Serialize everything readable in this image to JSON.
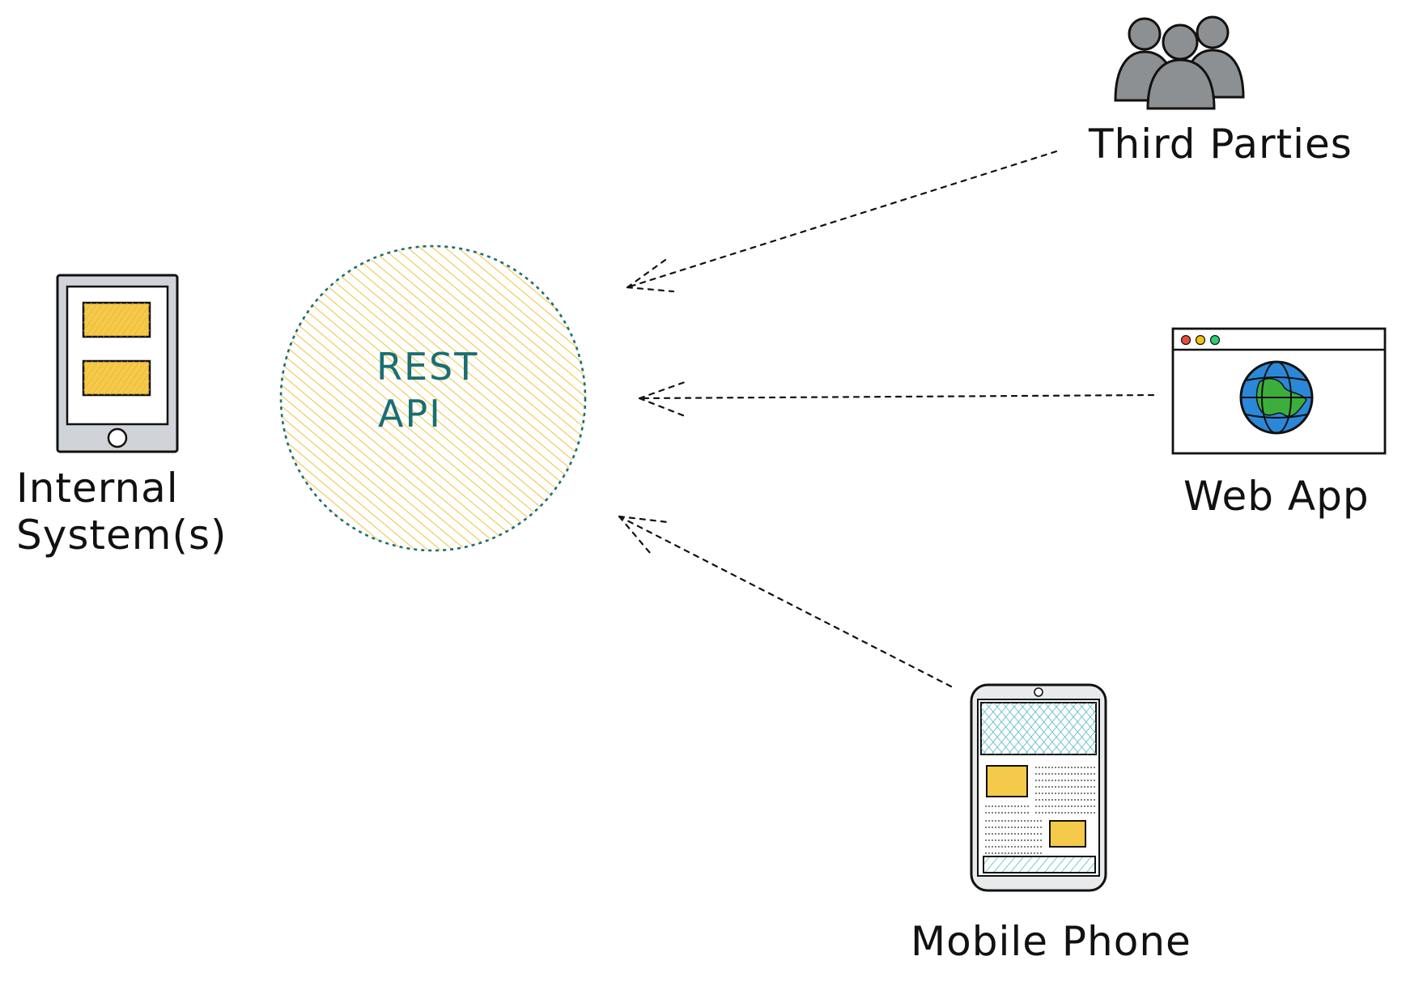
{
  "nodes": {
    "api": {
      "line1": "REST",
      "line2": "API"
    },
    "internal": {
      "line1": "Internal",
      "line2": "System(s)"
    },
    "third_parties": {
      "label": "Third Parties"
    },
    "web_app": {
      "label": "Web App"
    },
    "mobile_phone": {
      "label": "Mobile Phone"
    }
  },
  "connections": [
    {
      "from": "third-parties",
      "to": "rest-api",
      "style": "dashed",
      "arrow": "open"
    },
    {
      "from": "web-app",
      "to": "rest-api",
      "style": "dashed",
      "arrow": "open"
    },
    {
      "from": "mobile-phone",
      "to": "rest-api",
      "style": "dashed",
      "arrow": "open"
    }
  ],
  "colors": {
    "api_hatch": "#f2c64a",
    "api_outline": "#1a6f73",
    "api_text": "#1a6f73",
    "device_gray": "#d0d3d8",
    "device_yellow": "#f5c94a",
    "people_gray": "#8d9093",
    "globe_blue": "#2b88d8",
    "globe_green": "#3cae3c",
    "mobile_teal": "#4fb8c2",
    "stroke": "#111111"
  }
}
